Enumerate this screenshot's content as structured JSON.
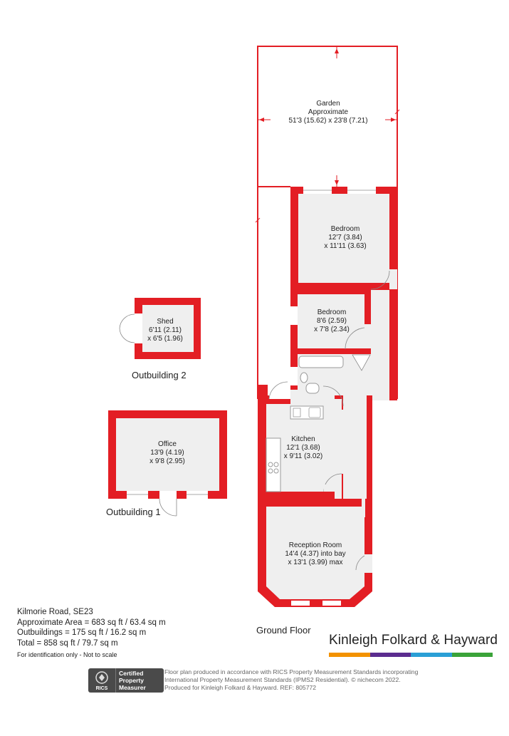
{
  "rooms": {
    "garden": {
      "name": "Garden",
      "line2": "Approximate",
      "line3": "51'3 (15.62) x 23'8 (7.21)"
    },
    "bedroom1": {
      "name": "Bedroom",
      "line2": "12'7 (3.84)",
      "line3": "x 11'11 (3.63)"
    },
    "bedroom2": {
      "name": "Bedroom",
      "line2": "8'6 (2.59)",
      "line3": "x 7'8 (2.34)"
    },
    "shed": {
      "name": "Shed",
      "line2": "6'11 (2.11)",
      "line3": "x 6'5 (1.96)"
    },
    "office": {
      "name": "Office",
      "line2": "13'9 (4.19)",
      "line3": "x 9'8 (2.95)"
    },
    "kitchen": {
      "name": "Kitchen",
      "line2": "12'1 (3.68)",
      "line3": "x 9'11 (3.02)"
    },
    "reception": {
      "name": "Reception Room",
      "line2": "14'4 (4.37) into bay",
      "line3": "x 13'1 (3.99) max"
    }
  },
  "labels": {
    "outbuilding2": "Outbuilding 2",
    "outbuilding1": "Outbuilding 1",
    "ground_floor": "Ground Floor"
  },
  "info": {
    "address": "Kilmorie Road, SE23",
    "approx_area": "Approximate Area = 683 sq ft / 63.4 sq m",
    "outbuildings": "Outbuildings = 175 sq ft / 16.2 sq m",
    "total": "Total = 858 sq ft / 79.7 sq m",
    "disclaimer": "For identification only - Not to scale"
  },
  "brand": {
    "name": "Kinleigh Folkard & Hayward",
    "bar_colors": [
      "#f39200",
      "#5b2c8f",
      "#2a9fd6",
      "#3aa339"
    ]
  },
  "rics": {
    "logo_text": "RICS",
    "badge_line1": "Certified",
    "badge_line2": "Property",
    "badge_line3": "Measurer"
  },
  "legal": {
    "line1": "Floor plan produced in accordance with RICS Property Measurement Standards incorporating",
    "line2": "International Property Measurement Standards (IPMS2 Residential). © nichecom 2022.",
    "line3": "Produced for Kinleigh Folkard & Hayward.   REF: 805772"
  },
  "colors": {
    "wall": "#e31e24",
    "floor": "#efefef",
    "fixture": "#9a9a9a"
  }
}
